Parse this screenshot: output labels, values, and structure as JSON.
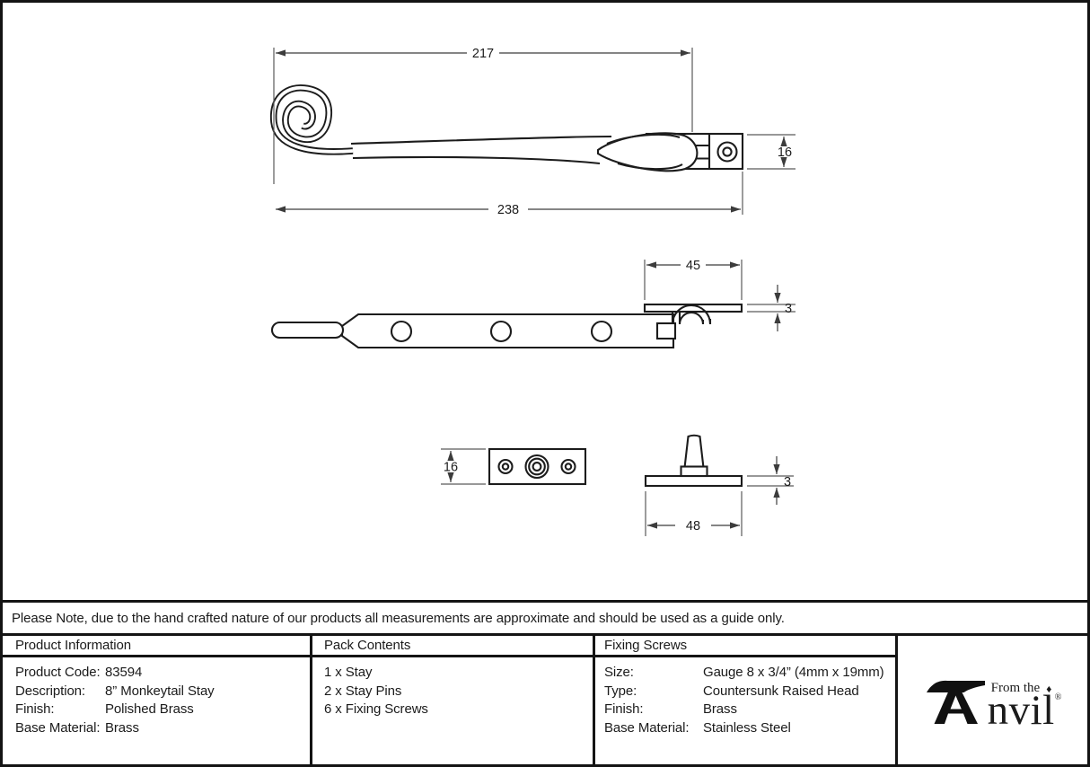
{
  "note": {
    "text": "Please Note, due to the hand crafted nature of our products all measurements are approximate and should be used as a guide only."
  },
  "table": {
    "columns": [
      {
        "header": "Product Information",
        "rows": [
          {
            "label": "Product Code:",
            "value": "83594"
          },
          {
            "label": "Description:",
            "value": "8” Monkeytail Stay"
          },
          {
            "label": "Finish:",
            "value": "Polished Brass"
          },
          {
            "label": "Base Material:",
            "value": "Brass"
          }
        ]
      },
      {
        "header": "Pack Contents",
        "items": [
          "1 x Stay",
          "2 x Stay Pins",
          "6 x Fixing Screws"
        ]
      },
      {
        "header": "Fixing Screws",
        "rows": [
          {
            "label": "Size:",
            "value": "Gauge 8 x 3/4” (4mm x 19mm)"
          },
          {
            "label": "Type:",
            "value": "Countersunk Raised Head"
          },
          {
            "label": "Finish:",
            "value": "Brass"
          },
          {
            "label": "Base Material:",
            "value": "Stainless Steel"
          }
        ]
      }
    ]
  },
  "logo": {
    "from_the": "From the",
    "diamond": "♦",
    "name_rest": "nvil",
    "registered": "®"
  },
  "drawing": {
    "side_view": {
      "dim_length_to_pivot": "217",
      "dim_total_length": "238",
      "dim_bracket_height": "16"
    },
    "plan_view": {
      "dim_plate_length": "45",
      "dim_plate_thickness": "3"
    },
    "keep_view": {
      "dim_keep_height": "16"
    },
    "pin_view": {
      "dim_base_length": "48",
      "dim_base_thickness": "3"
    }
  },
  "colors": {
    "line": "#1c1c1c",
    "dim_line": "#4f4f4f",
    "background": "#ffffff"
  }
}
